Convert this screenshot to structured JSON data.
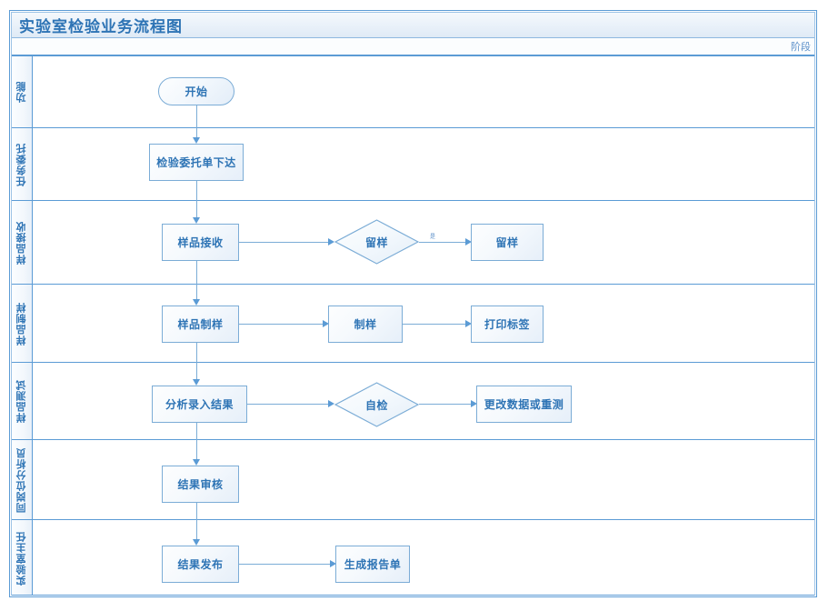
{
  "document": {
    "title": "实验室检验业务流程图",
    "phase_header": "阶段"
  },
  "theme": {
    "accent": "#5b9bd5",
    "text_blue": "#2e74b5",
    "node_border": "#7bacd6",
    "lane_divider": "#5b9bd5",
    "background": "#ffffff"
  },
  "lanes": [
    {
      "label": "功能"
    },
    {
      "label": "任务委托"
    },
    {
      "label": "样品接收"
    },
    {
      "label": "样品制样"
    },
    {
      "label": "样品测试"
    },
    {
      "label": "同岗位分析员"
    },
    {
      "label": "实验室主任"
    }
  ],
  "nodes": {
    "start": "开始",
    "task_order": "检验委托单下达",
    "sample_receive": "样品接收",
    "retain_decision": "留样",
    "retain_sample": "留样",
    "sample_prep": "样品制样",
    "prep": "制样",
    "print_label": "打印标签",
    "analyze_enter": "分析录入结果",
    "self_check": "自检",
    "modify_retest": "更改数据或重测",
    "result_review": "结果审核",
    "result_publish": "结果发布",
    "generate_report": "生成报告单"
  },
  "edge_labels": {
    "retain_yes": "是"
  },
  "chart_data": {
    "type": "diagram",
    "title": "实验室检验业务流程图",
    "diagram_kind": "cross-functional flowchart (swimlane)",
    "lanes": [
      "功能",
      "任务委托",
      "样品接收",
      "样品制样",
      "样品测试",
      "同岗位分析员",
      "实验室主任"
    ],
    "shapes": [
      {
        "id": "start",
        "text": "开始",
        "shape": "terminator",
        "lane": "功能"
      },
      {
        "id": "task_order",
        "text": "检验委托单下达",
        "shape": "process",
        "lane": "任务委托"
      },
      {
        "id": "sample_receive",
        "text": "样品接收",
        "shape": "process",
        "lane": "样品接收"
      },
      {
        "id": "retain_decision",
        "text": "留样",
        "shape": "decision",
        "lane": "样品接收"
      },
      {
        "id": "retain_sample",
        "text": "留样",
        "shape": "process",
        "lane": "样品接收"
      },
      {
        "id": "sample_prep",
        "text": "样品制样",
        "shape": "process",
        "lane": "样品制样"
      },
      {
        "id": "prep",
        "text": "制样",
        "shape": "process",
        "lane": "样品制样"
      },
      {
        "id": "print_label",
        "text": "打印标签",
        "shape": "process",
        "lane": "样品制样"
      },
      {
        "id": "analyze_enter",
        "text": "分析录入结果",
        "shape": "process",
        "lane": "样品测试"
      },
      {
        "id": "self_check",
        "text": "自检",
        "shape": "decision",
        "lane": "样品测试"
      },
      {
        "id": "modify_retest",
        "text": "更改数据或重测",
        "shape": "process",
        "lane": "样品测试"
      },
      {
        "id": "result_review",
        "text": "结果审核",
        "shape": "process",
        "lane": "同岗位分析员"
      },
      {
        "id": "result_publish",
        "text": "结果发布",
        "shape": "process",
        "lane": "实验室主任"
      },
      {
        "id": "generate_report",
        "text": "生成报告单",
        "shape": "process",
        "lane": "实验室主任"
      }
    ],
    "edges": [
      {
        "from": "start",
        "to": "task_order",
        "label": ""
      },
      {
        "from": "task_order",
        "to": "sample_receive",
        "label": ""
      },
      {
        "from": "sample_receive",
        "to": "retain_decision",
        "label": ""
      },
      {
        "from": "retain_decision",
        "to": "retain_sample",
        "label": "是"
      },
      {
        "from": "sample_receive",
        "to": "sample_prep",
        "label": ""
      },
      {
        "from": "sample_prep",
        "to": "prep",
        "label": ""
      },
      {
        "from": "prep",
        "to": "print_label",
        "label": ""
      },
      {
        "from": "sample_prep",
        "to": "analyze_enter",
        "label": ""
      },
      {
        "from": "analyze_enter",
        "to": "self_check",
        "label": ""
      },
      {
        "from": "self_check",
        "to": "modify_retest",
        "label": ""
      },
      {
        "from": "analyze_enter",
        "to": "result_review",
        "label": ""
      },
      {
        "from": "result_review",
        "to": "result_publish",
        "label": ""
      },
      {
        "from": "result_publish",
        "to": "generate_report",
        "label": ""
      }
    ]
  }
}
